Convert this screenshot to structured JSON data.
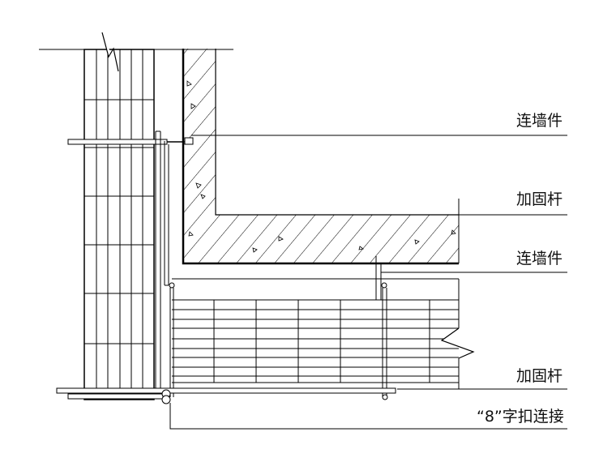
{
  "diagram": {
    "labels": {
      "wall_tie_upper": "连墙件",
      "reinforcing_bar_upper": "加固杆",
      "wall_tie_lower": "连墙件",
      "reinforcing_bar_lower": "加固杆",
      "figure8_clamp": "“8”字扣连接"
    },
    "colors": {
      "line": "#000000",
      "background": "#ffffff"
    }
  }
}
